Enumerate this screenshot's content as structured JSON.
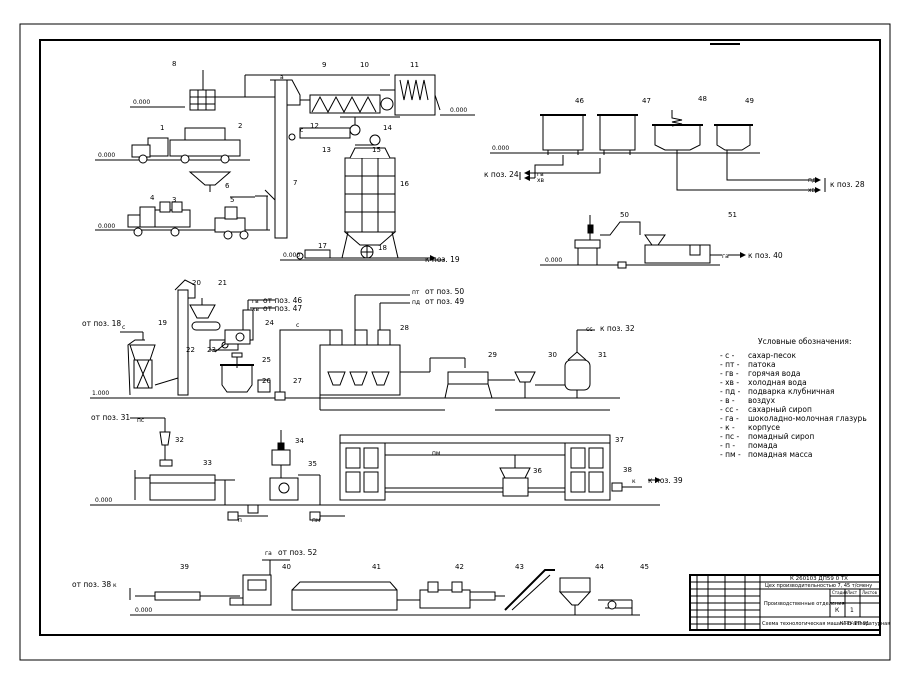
{
  "positions": [
    "1",
    "2",
    "3",
    "4",
    "5",
    "6",
    "7",
    "8",
    "9",
    "10",
    "11",
    "12",
    "13",
    "14",
    "15",
    "16",
    "17",
    "18",
    "19",
    "20",
    "21",
    "22",
    "23",
    "24",
    "25",
    "26",
    "27",
    "28",
    "29",
    "30",
    "31",
    "32",
    "33",
    "34",
    "35",
    "36",
    "37",
    "38",
    "39",
    "40",
    "41",
    "42",
    "43",
    "44",
    "45",
    "46",
    "47",
    "48",
    "49",
    "50",
    "51"
  ],
  "level_mark": "0.000",
  "level_mark_high": "1.000",
  "refs": {
    "to_19": "к поз. 19",
    "to_24_gv": "гв",
    "to_24_hv": "хв",
    "to_24": "к поз. 24",
    "to_28_pd": "пд",
    "to_28_hv": "хв",
    "to_28": "к поз. 28",
    "to_40_ga": "га",
    "to_40": "к поз. 40",
    "from_18_c": "с",
    "from_18": "от поз. 18",
    "from_46_gv": "гв",
    "from_46": "от поз. 46",
    "from_47_hv": "хв",
    "from_47": "от поз. 47",
    "from_50_pt": "пт",
    "from_50": "от поз. 50",
    "from_49_pd": "пд",
    "from_49": "от поз. 49",
    "to_32_ss": "сс",
    "to_32": "к поз. 32",
    "from_31_ps": "пс",
    "from_31": "от поз. 31",
    "to_39_k": "к",
    "to_39": "к поз. 39",
    "from_52_ga": "га",
    "from_52": "от поз. 52",
    "from_38_k": "к",
    "from_38": "от поз. 38",
    "line_a": "а",
    "line_c": "с",
    "line_p": "п",
    "line_pm": "пм"
  },
  "legend": {
    "title": "Условные обозначения:",
    "items": [
      {
        "code": "- с -",
        "text": "сахар-песок"
      },
      {
        "code": "- пт -",
        "text": "патока"
      },
      {
        "code": "- гв -",
        "text": "горячая вода"
      },
      {
        "code": "- хв -",
        "text": "холодная вода"
      },
      {
        "code": "- пд -",
        "text": "подварка клубничная"
      },
      {
        "code": "- в -",
        "text": "воздух"
      },
      {
        "code": "- сс -",
        "text": "сахарный сироп"
      },
      {
        "code": "- га -",
        "text": "шоколадно-молочная глазурь"
      },
      {
        "code": "- к -",
        "text": "корпусе"
      },
      {
        "code": "- пс -",
        "text": "помадный сироп"
      },
      {
        "code": "- п -",
        "text": "помада"
      },
      {
        "code": "- пм -",
        "text": "помадная масса"
      }
    ]
  },
  "title_block": {
    "doc_code": "К 260103 ДП59 0 ТХ",
    "subtitle": "Цех производительностью 7, 45 т/смену",
    "section": "Производственные отделения",
    "stage_h": "Стадия",
    "sheet_h": "Лист",
    "sheets_h": "Листов",
    "stage": "К",
    "sheet": "1",
    "sheets": "",
    "drawing_name": "Схема технологическая машинно-аппаратурная",
    "org": "КГТУ ТП-91"
  }
}
